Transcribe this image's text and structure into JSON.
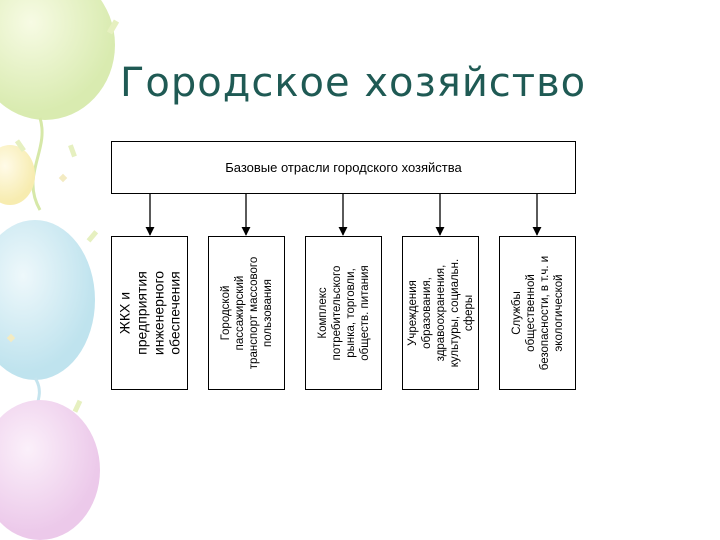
{
  "slide": {
    "title": "Городское хозяйство"
  },
  "diagram": {
    "root": "Базовые отрасли городского хозяйства",
    "children": [
      "ЖКХ и\nпредприятия\nинженерного\nобеспечения",
      "Городской\nпассажирский\nтранспорт массового\nпользования",
      "Комплекс\nпотребительского\nрынка, торговли,\nобществ. питания",
      "Учреждения\nобразования,\nздравоохранения,\nкультуры, социальн.\nсферы",
      "Службы\nобщественной\nбезопасности, в т.ч. и\nэкологической"
    ]
  },
  "colors": {
    "title": "#1f5a54",
    "lines": "#000000"
  }
}
